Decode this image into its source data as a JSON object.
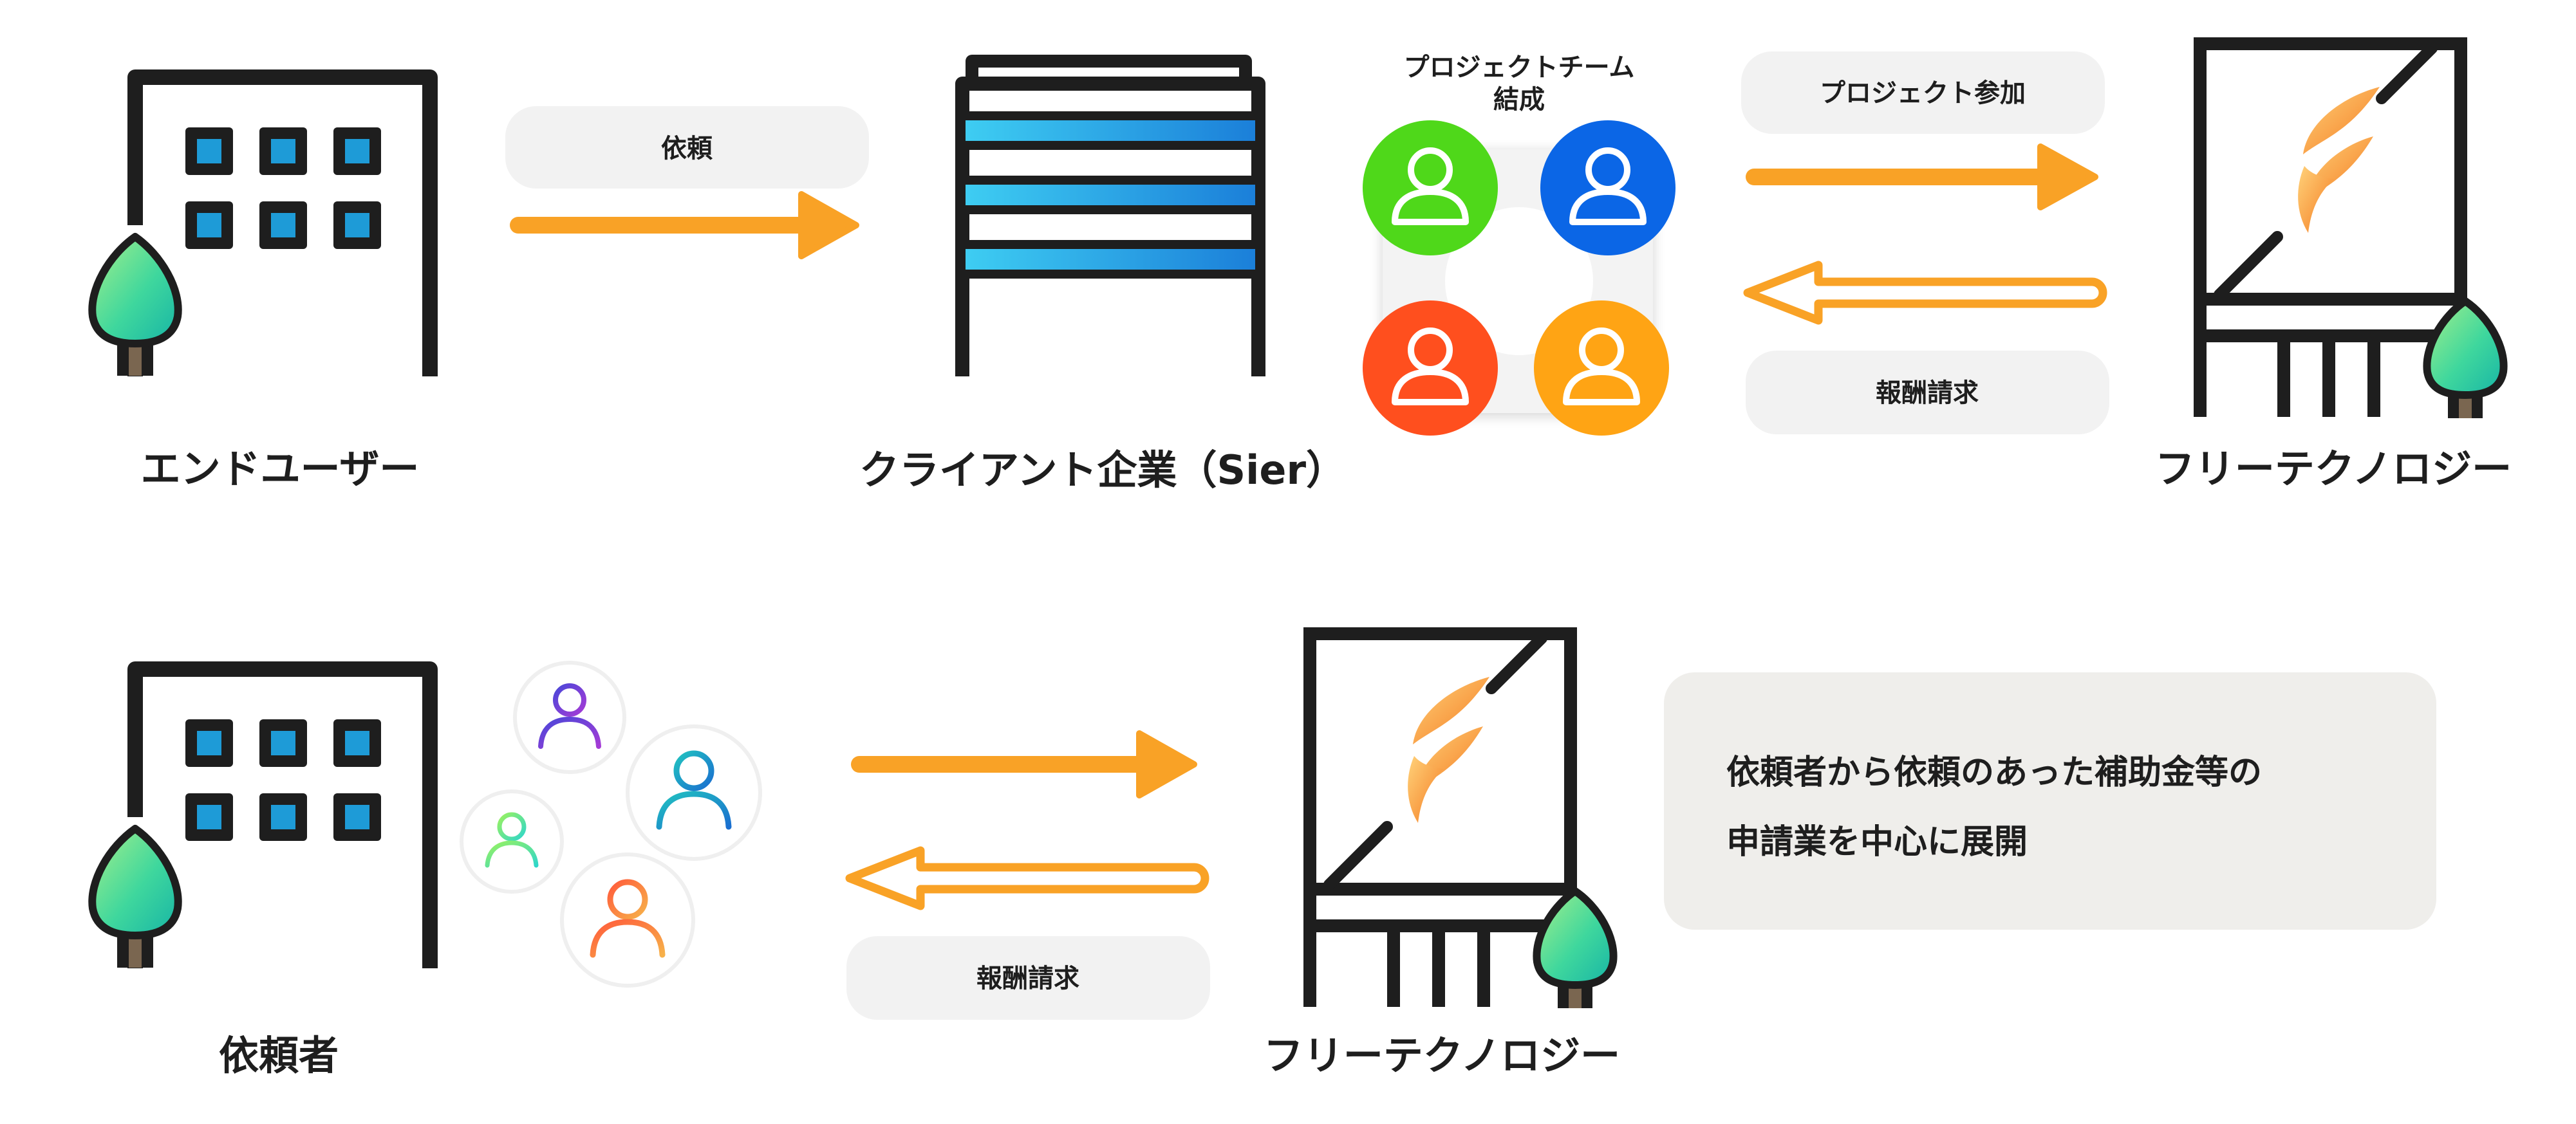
{
  "top": {
    "end_user_label": "エンドユーザー",
    "request_label": "依頼",
    "client_label": "クライアント企業（Sier）",
    "team_label_line1": "プロジェクトチーム",
    "team_label_line2": "結成",
    "join_label": "プロジェクト参加",
    "billing_label": "報酬請求",
    "ft_label": "フリーテクノロジー"
  },
  "bottom": {
    "requester_label": "依頼者",
    "billing_label": "報酬請求",
    "ft_label": "フリーテクノロジー",
    "note_line1": "依頼者から依頼のあった補助金等の",
    "note_line2": "申請業を中心に展開"
  },
  "colors": {
    "arrow": "#f9a226",
    "window": "#1e9bd7",
    "team_green": "#4fd81a",
    "team_blue": "#0b66e6",
    "team_red": "#ff4f1e",
    "team_orange": "#ffa414"
  }
}
